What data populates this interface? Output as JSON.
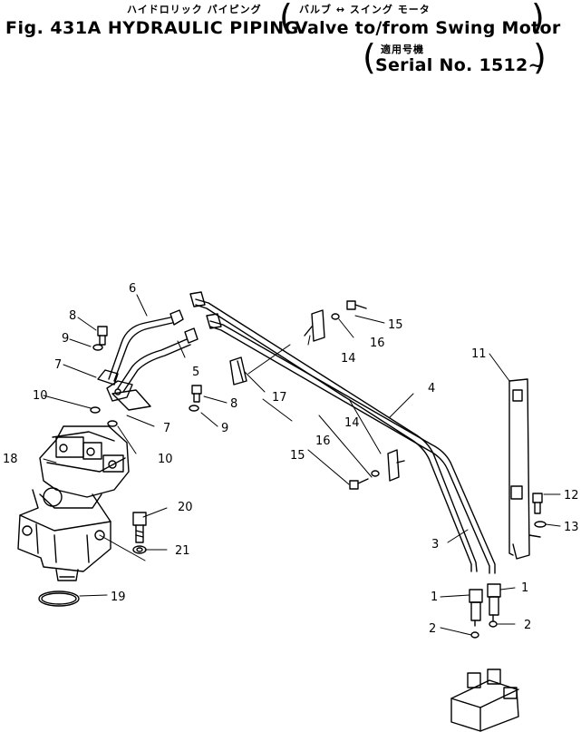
{
  "title": {
    "kana_line": "ハイドロリック パイピング",
    "fig_line": "Fig. 431A HYDRAULIC PIPING",
    "sub_kana": "バルブ ↔ スイング モータ",
    "sub_line": "Valve to/from Swing Motor",
    "serial_kana": "適用号機",
    "serial_line": "Serial No. 1512~"
  },
  "callouts": [
    "1",
    "1",
    "2",
    "2",
    "3",
    "4",
    "5",
    "6",
    "7",
    "7",
    "8",
    "8",
    "9",
    "9",
    "10",
    "10",
    "11",
    "12",
    "13",
    "14",
    "14",
    "15",
    "15",
    "16",
    "16",
    "17",
    "18",
    "19",
    "20",
    "21"
  ]
}
